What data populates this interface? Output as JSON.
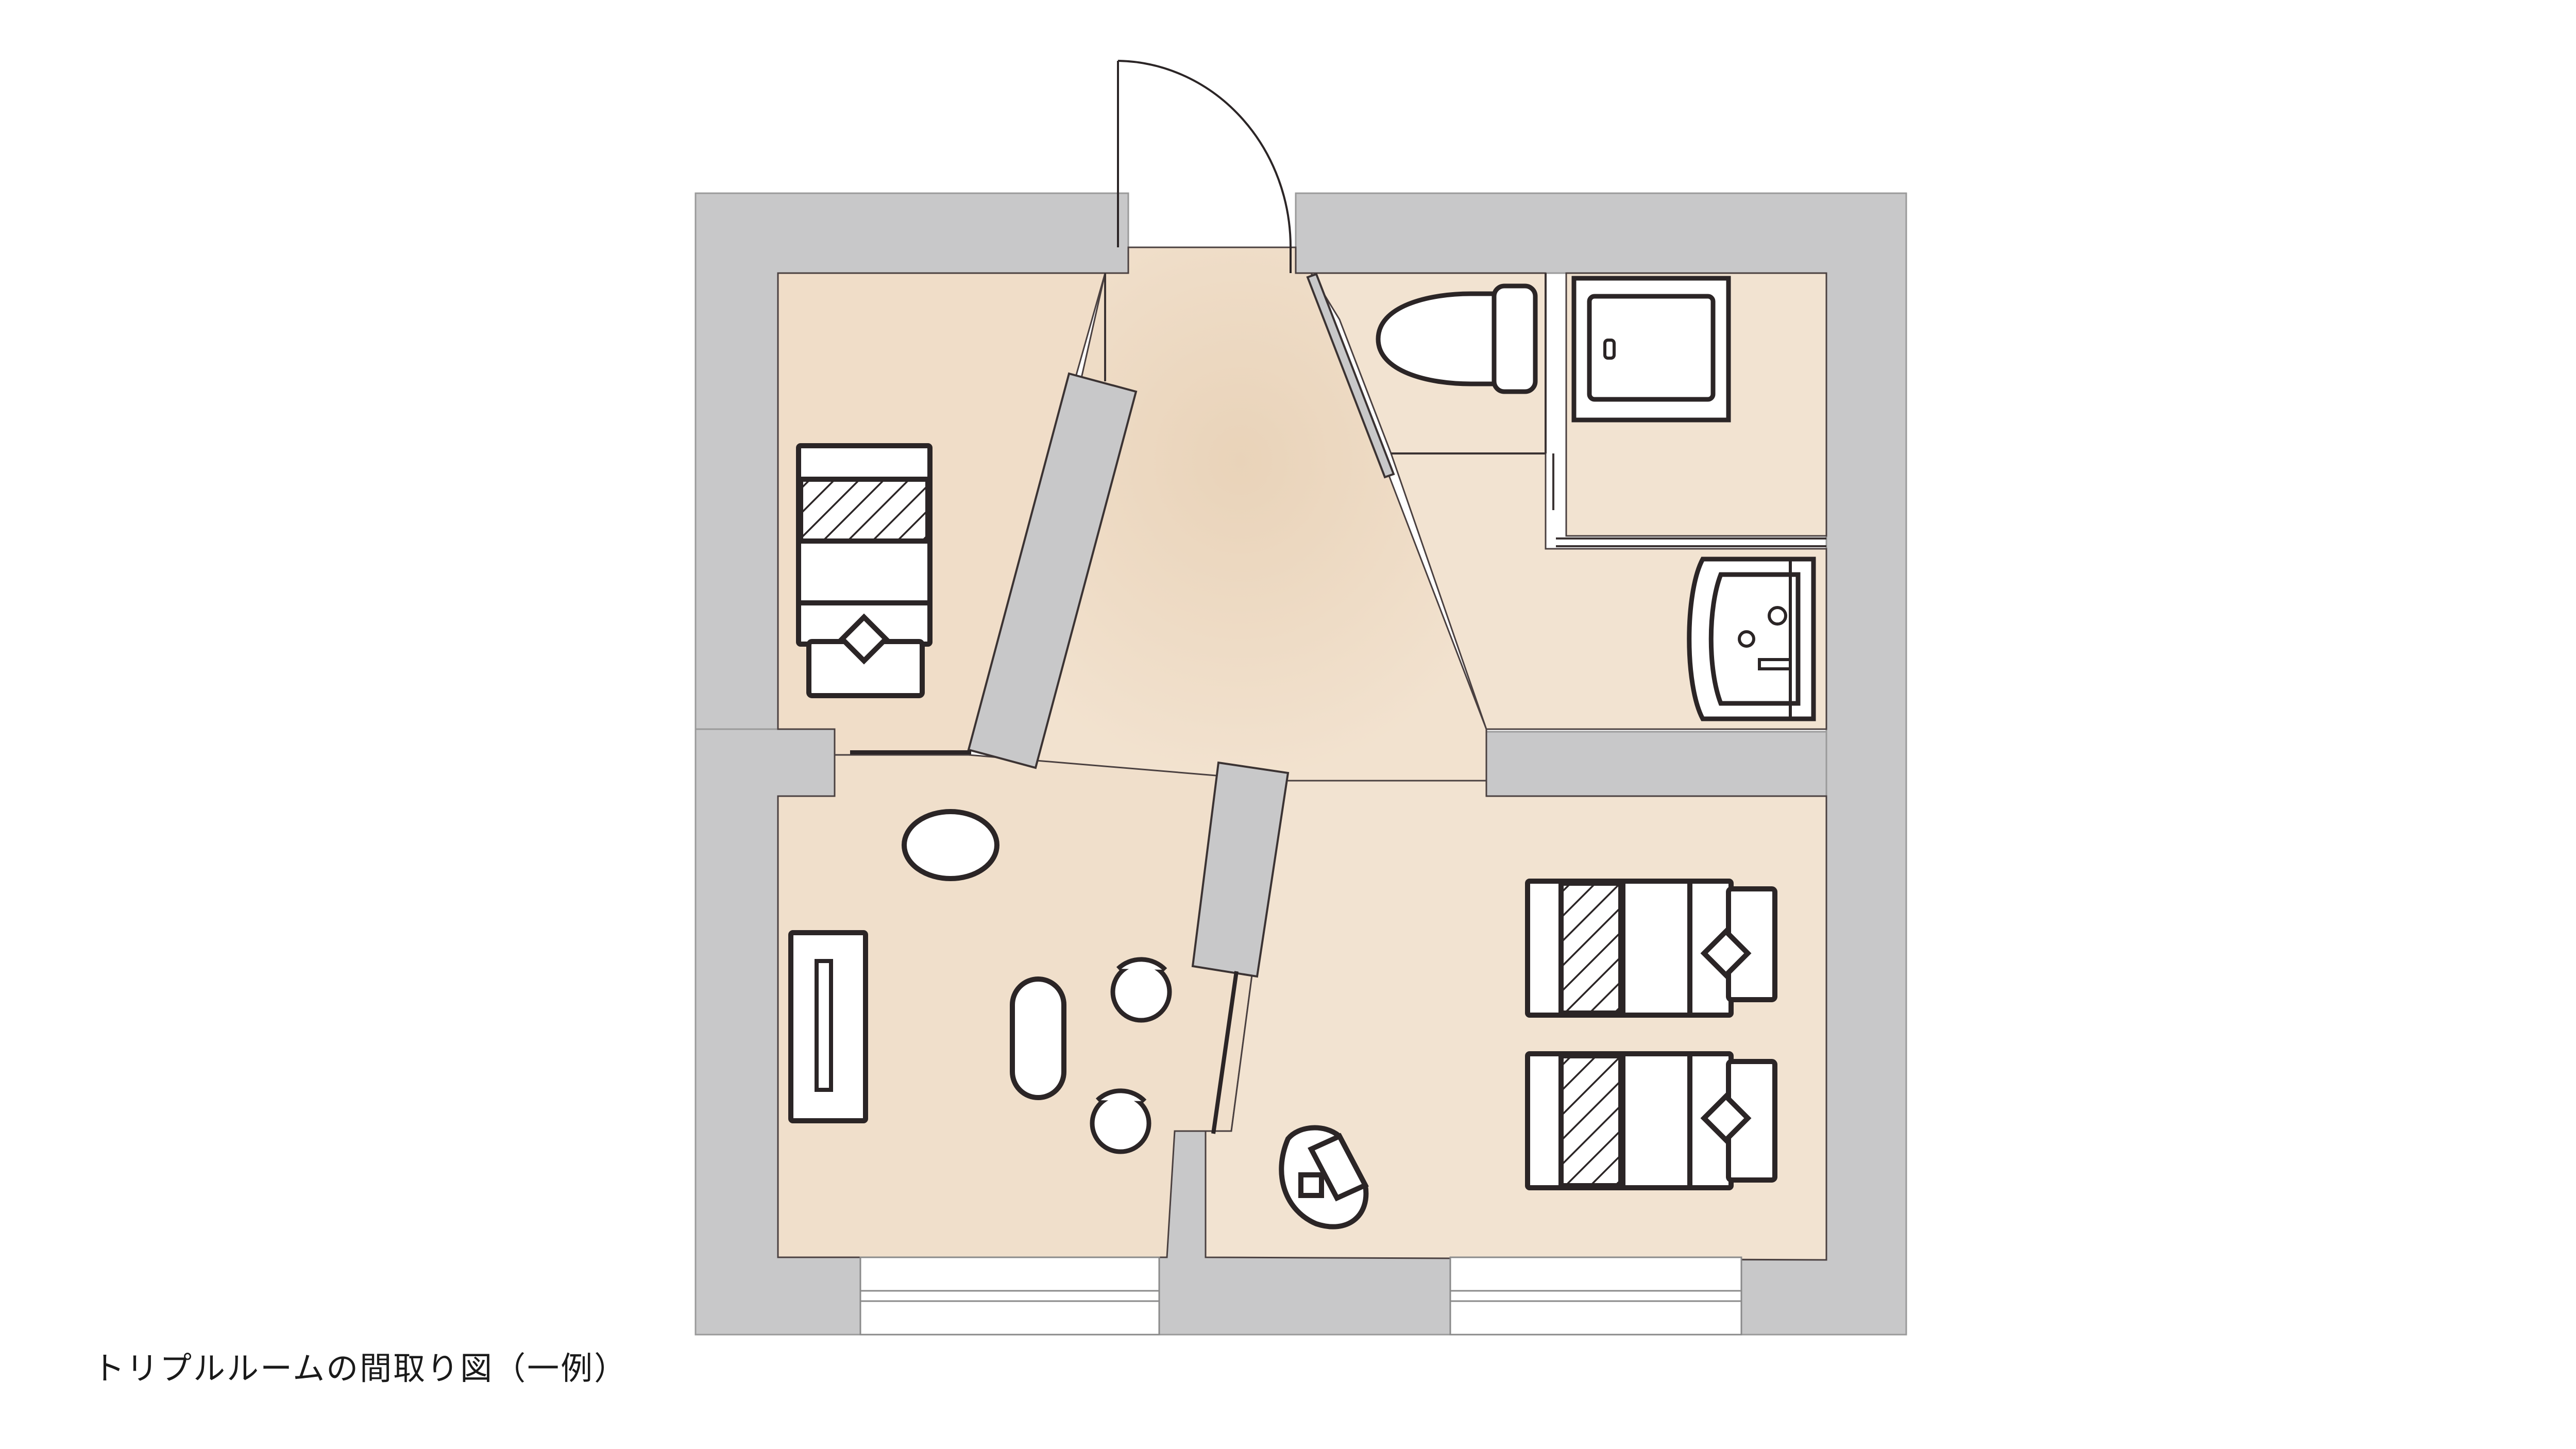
{
  "caption": "トリプルルームの間取り図（一例）",
  "colors": {
    "wall": "#c8c8c9",
    "floor": "#f0ddc8",
    "floor_center": "#ebd6bd",
    "furniture_fill": "#ffffff",
    "furniture_stroke": "#2b2526",
    "closet": "#c8c8c9",
    "pillow_hatch": "#2b2526"
  },
  "rooms": [
    "entrance-hall",
    "single-bed-area",
    "living-area",
    "twin-bed-area",
    "toilet-room",
    "shower-room",
    "washbasin-area"
  ],
  "furniture": [
    "single-bed",
    "twin-bed-upper",
    "twin-bed-lower",
    "toilet",
    "bathtub",
    "washbasin",
    "closet-left",
    "closet-center",
    "tv-desk",
    "oval-table",
    "long-table",
    "stool-upper",
    "stool-lower",
    "armchair"
  ]
}
